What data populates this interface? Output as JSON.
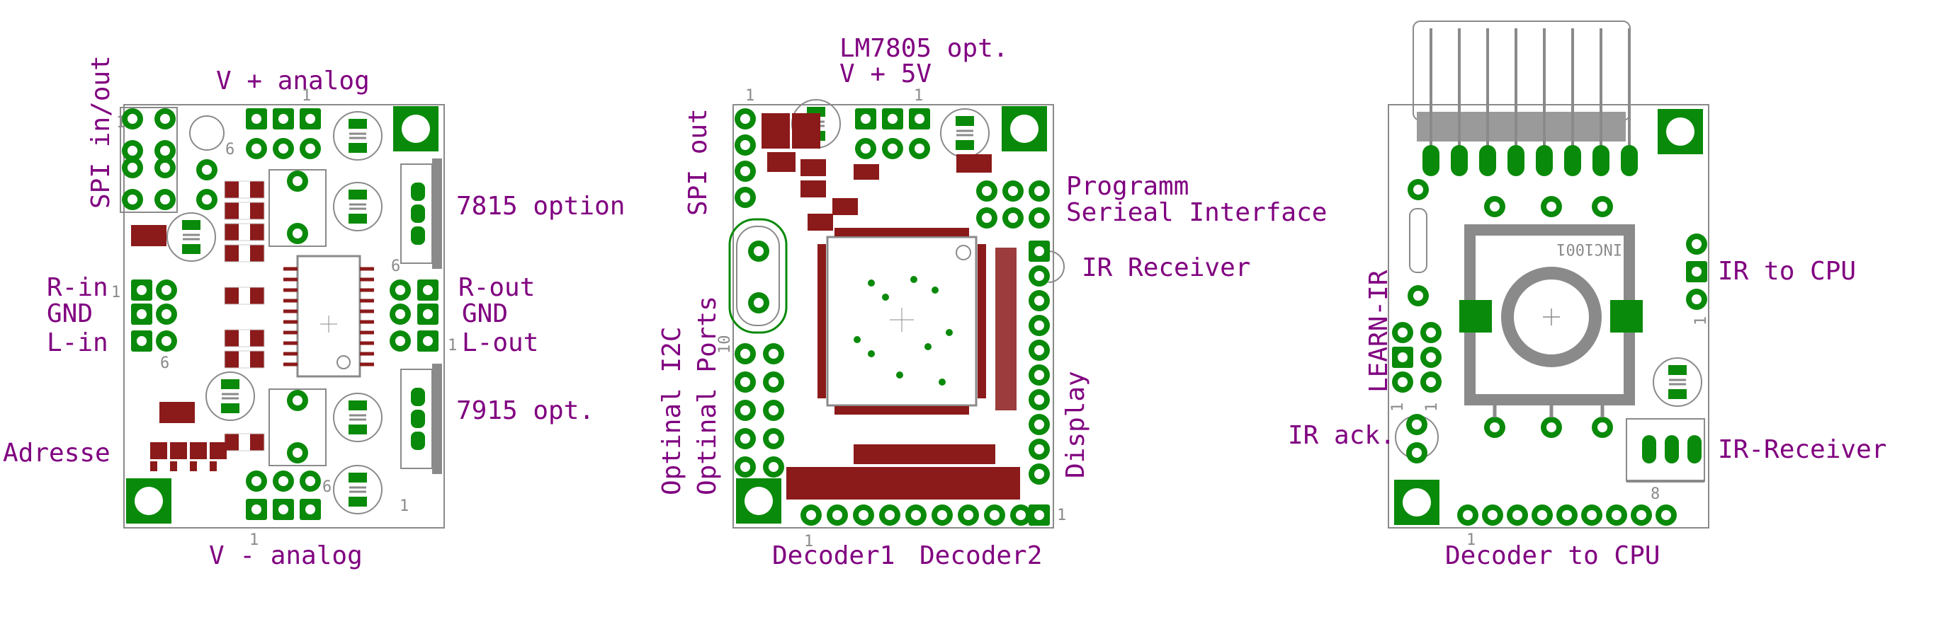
{
  "colors": {
    "label": "#800080",
    "copper": "#0a8a0a",
    "smd": "#8b1a1a",
    "outline": "#8a8a8a",
    "background": "#ffffff"
  },
  "board1": {
    "labels": {
      "spi": "SPI in/out",
      "v_plus": "V + analog",
      "v_minus": "V - analog",
      "r7815": "7815 option",
      "r7915": "7915 opt.",
      "r_in": "R-in",
      "gnd_in": "GND",
      "l_in": "L-in",
      "r_out": "R-out",
      "gnd_out": "GND",
      "l_out": "L-out",
      "adresse": "Adresse"
    },
    "pin_marks": [
      "1",
      "1",
      "6",
      "1",
      "6",
      "1",
      "6",
      "1",
      "6",
      "1"
    ]
  },
  "board2": {
    "labels": {
      "lm7805": "LM7805 opt.",
      "v5": "V + 5V",
      "spi_out": "SPI out",
      "programm": "Programm",
      "serial": "Serieal Interface",
      "ir_receiver": "IR Receiver",
      "i2c": "Optinal I2C",
      "ports": "Optinal Ports",
      "display": "Display",
      "decoder1": "Decoder1",
      "decoder2": "Decoder2"
    },
    "pin_marks": [
      "1",
      "1",
      "10",
      "1",
      "1"
    ]
  },
  "board3": {
    "labels": {
      "learn_ir": "LEARN-IR",
      "ir_ack": "IR ack.",
      "ir_to_cpu": "IR to CPU",
      "ir_receiver": "IR-Receiver",
      "decoder_cpu": "Decoder to CPU",
      "ic": "INC1001"
    },
    "pin_marks": [
      "1",
      "1",
      "1",
      "8",
      "1"
    ]
  }
}
